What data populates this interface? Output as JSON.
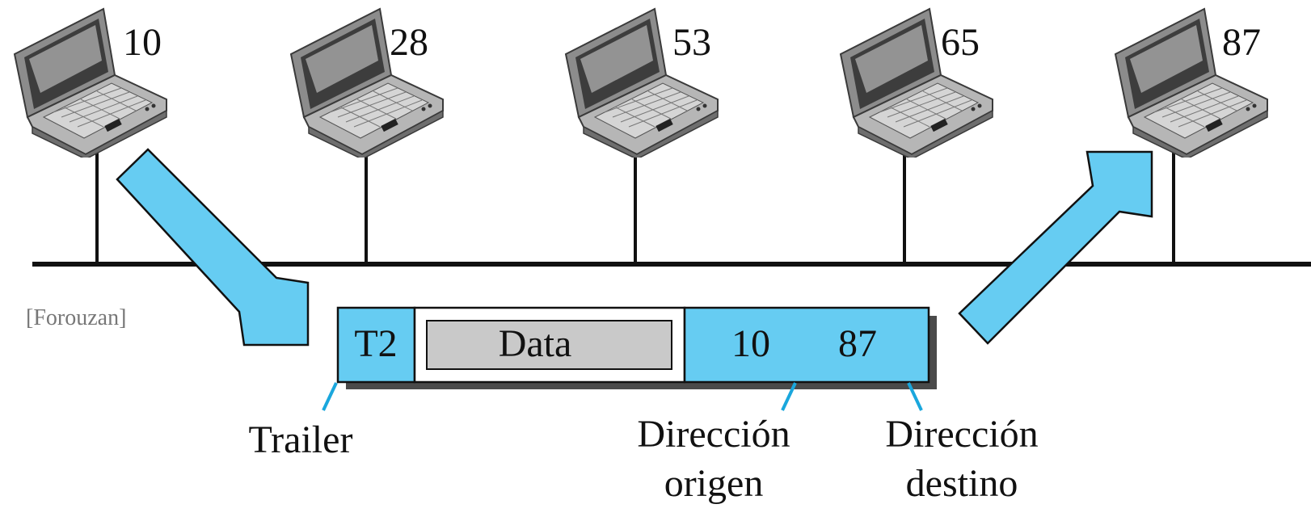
{
  "citation": "[Forouzan]",
  "stations": [
    {
      "label": "10"
    },
    {
      "label": "28"
    },
    {
      "label": "53"
    },
    {
      "label": "65"
    },
    {
      "label": "87"
    }
  ],
  "frame": {
    "trailer": "T2",
    "data": "Data",
    "source": "10",
    "destination": "87"
  },
  "callouts": {
    "trailer": "Trailer",
    "source_line1": "Dirección",
    "source_line2": "origen",
    "dest_line1": "Dirección",
    "dest_line2": "destino"
  },
  "colors": {
    "accent": "#66ccf2",
    "callout_line": "#1aa7dd",
    "data_fill": "#c9c9c9",
    "shadow": "#4a4a4a"
  }
}
